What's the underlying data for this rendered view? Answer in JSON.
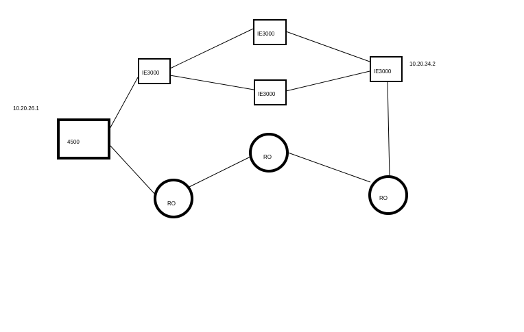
{
  "diagram": {
    "nodes": {
      "core": {
        "label": "4500",
        "shape": "rectangle"
      },
      "ie_left": {
        "label": "IE3000",
        "shape": "rectangle"
      },
      "ie_top": {
        "label": "IE3000",
        "shape": "rectangle"
      },
      "ie_mid": {
        "label": "IE3000",
        "shape": "rectangle"
      },
      "ie_right": {
        "label": "IE3000",
        "shape": "rectangle"
      },
      "ro_left": {
        "label": "RO",
        "shape": "circle"
      },
      "ro_mid": {
        "label": "RO",
        "shape": "circle"
      },
      "ro_right": {
        "label": "RO",
        "shape": "circle"
      }
    },
    "links": [
      [
        "core",
        "ie_left"
      ],
      [
        "core",
        "ro_left"
      ],
      [
        "ie_left",
        "ie_top"
      ],
      [
        "ie_left",
        "ie_mid"
      ],
      [
        "ie_top",
        "ie_right"
      ],
      [
        "ie_mid",
        "ie_right"
      ],
      [
        "ie_right",
        "ro_right"
      ],
      [
        "ro_left",
        "ro_mid"
      ],
      [
        "ro_mid",
        "ro_right"
      ]
    ],
    "ip_labels": {
      "core_ip": "10.20.26.1",
      "ie_right_ip": "10.20.34.2"
    },
    "colors": {
      "stroke": "#000000",
      "background": "#ffffff"
    }
  }
}
